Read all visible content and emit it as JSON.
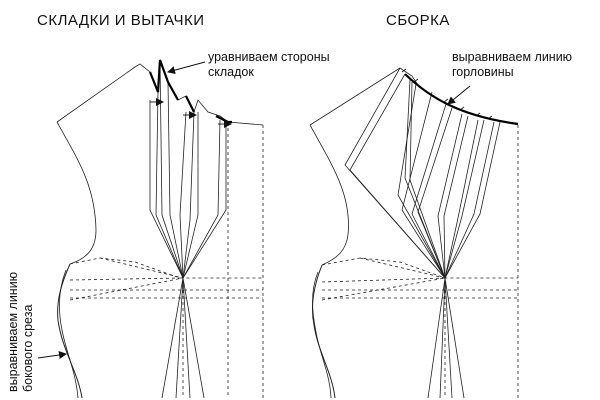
{
  "left_panel": {
    "title": "СКЛАДКИ И ВЫТАЧКИ",
    "note_top_line1": "уравниваем стороны",
    "note_top_line2": "складок",
    "note_side_line1": "выравниваем линию",
    "note_side_line2": "бокового среза"
  },
  "right_panel": {
    "title": "СБОРКА",
    "note_line1": "выравниваем линию",
    "note_line2": "горловины"
  },
  "colors": {
    "ink": "#111111",
    "background": "#ffffff"
  }
}
